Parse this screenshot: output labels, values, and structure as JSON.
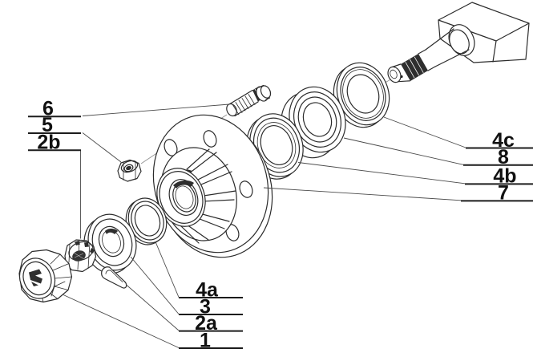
{
  "figure": {
    "kind": "exploded-parts-diagram",
    "background": "#ffffff",
    "line_color": "#2b2b2b",
    "leader_color": "#4a4a4a",
    "label_color": "#111111"
  },
  "labels": [
    {
      "text": "6"
    },
    {
      "text": "5"
    },
    {
      "text": "2b"
    },
    {
      "text": "4c"
    },
    {
      "text": "8"
    },
    {
      "text": "4b"
    },
    {
      "text": "7"
    },
    {
      "text": "4a"
    },
    {
      "text": "3"
    },
    {
      "text": "2a"
    },
    {
      "text": "1"
    }
  ]
}
